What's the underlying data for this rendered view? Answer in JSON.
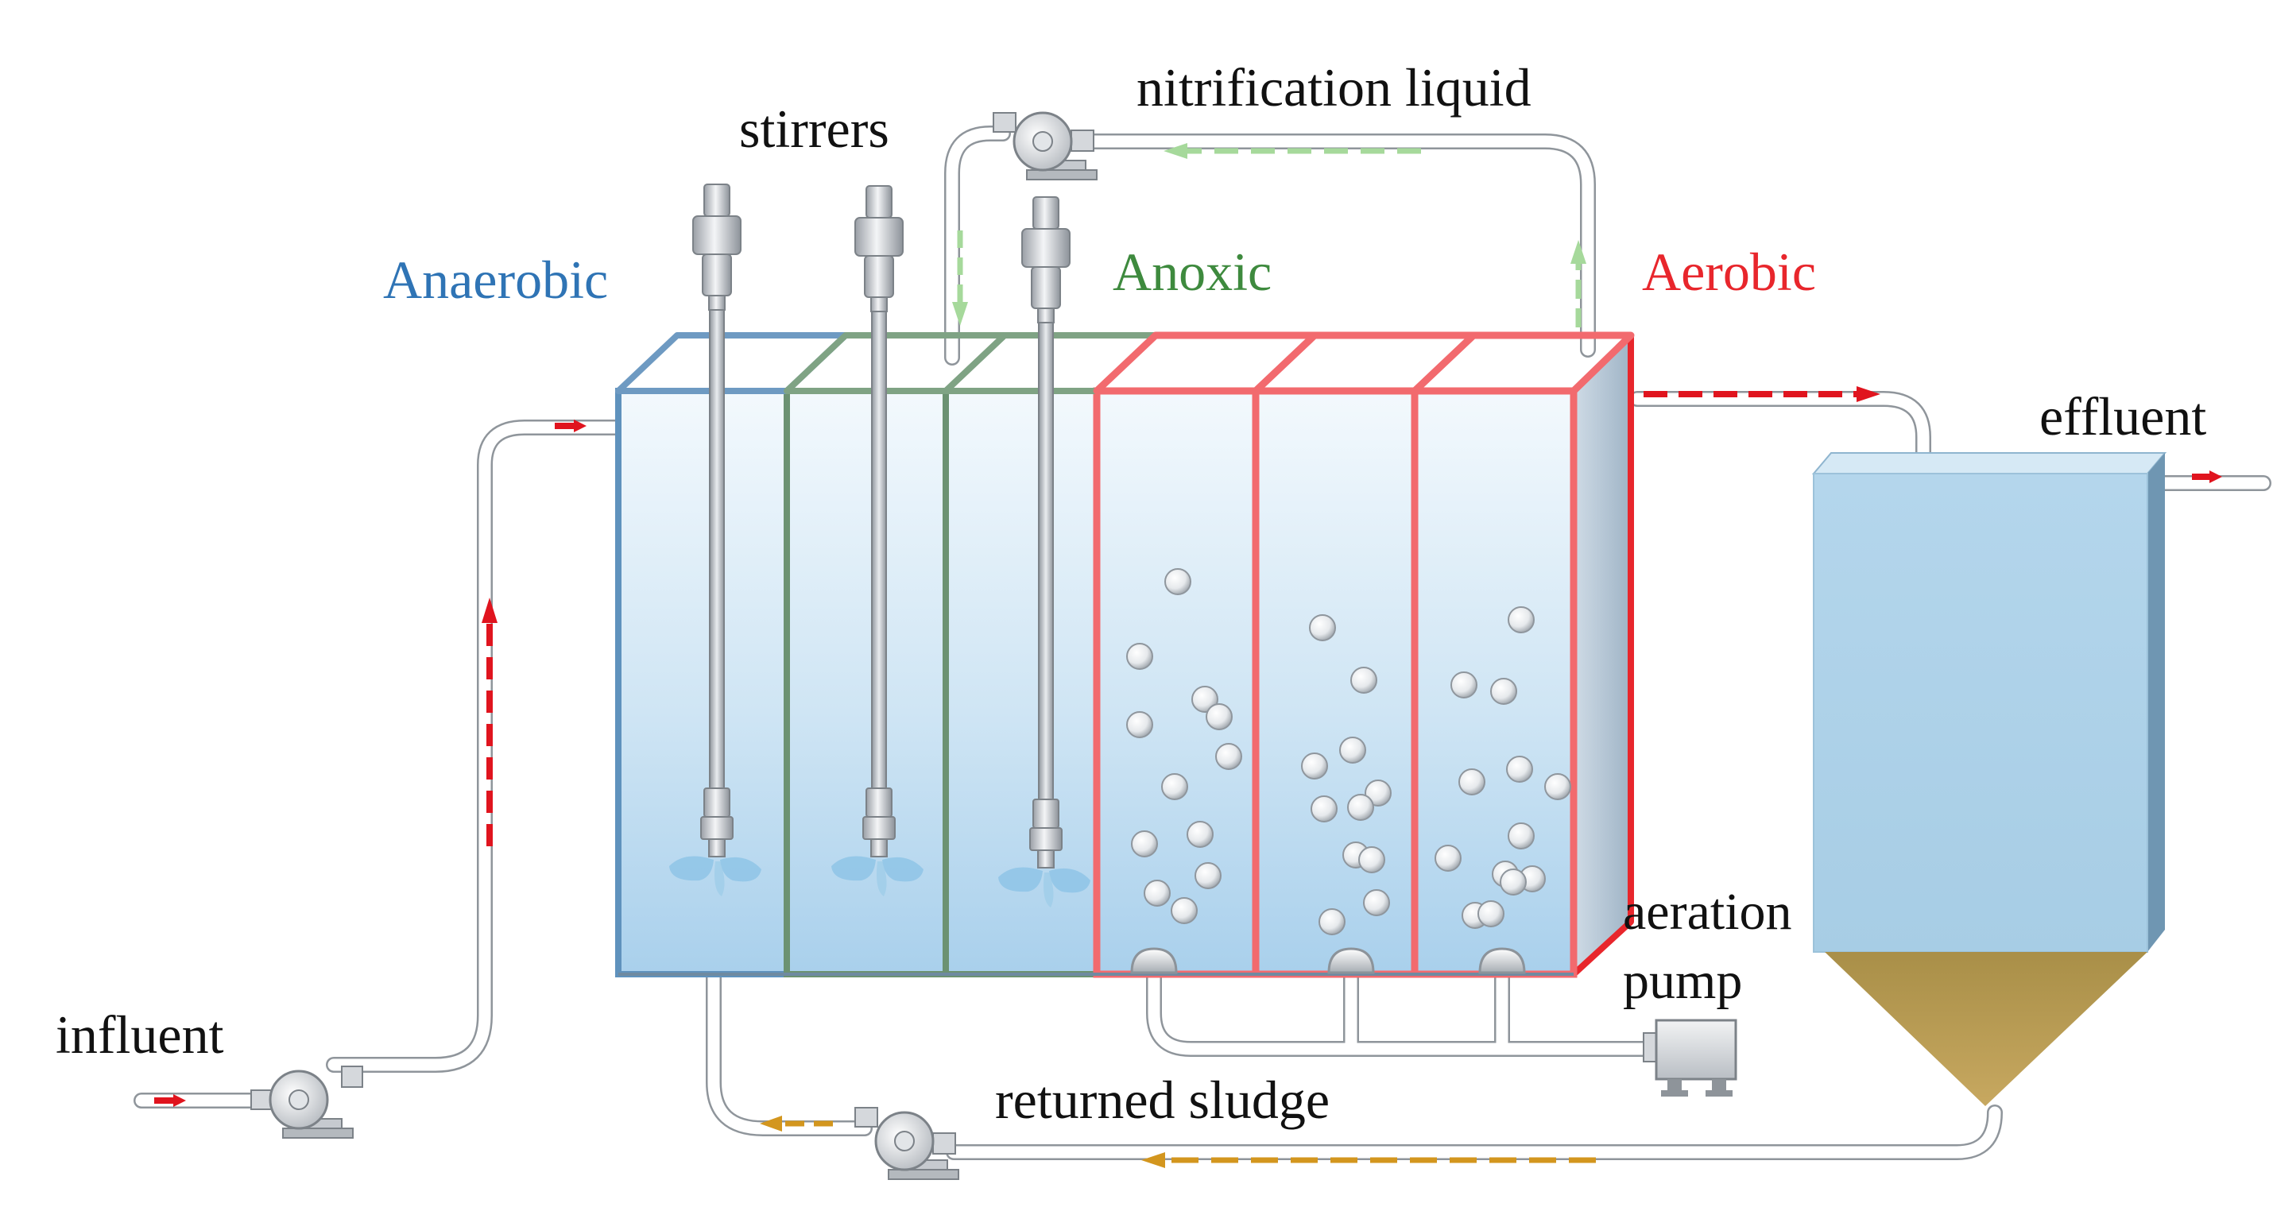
{
  "diagram": {
    "labels": {
      "stirrers": "stirrers",
      "nitrification": "nitrification liquid",
      "anaerobic": "Anaerobic",
      "anoxic": "Anoxic",
      "aerobic": "Aerobic",
      "effluent": "effluent",
      "aeration": "aeration\npump",
      "influent": "influent",
      "returned_sludge": "returned sludge"
    },
    "colors": {
      "anaerobic": "#2f74b5",
      "anoxic": "#3e8a3e",
      "aerobic": "#e8262c",
      "flow_red": "#e0141e",
      "flow_green": "#a6d99b",
      "flow_sludge": "#d3961e",
      "water": "#b7d8ee",
      "clarifier": "#a9cfe6",
      "sludge_cone": "#b59a55"
    },
    "icons": {
      "pump": "centrifugal-pump-icon",
      "stirrer": "stirrer-icon",
      "aeration": "aeration-pump-icon",
      "bubble": "bubble-icon"
    }
  }
}
